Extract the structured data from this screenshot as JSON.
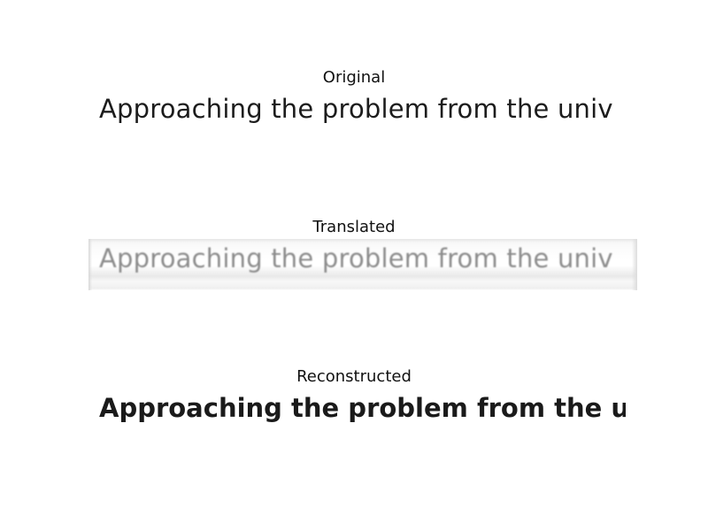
{
  "panels": [
    {
      "title": "Original",
      "text": "Approaching the problem from the univ"
    },
    {
      "title": "Translated",
      "text": "Approaching the problem from the univ"
    },
    {
      "title": "Reconstructed",
      "text": "Approaching the problem from the univ"
    }
  ],
  "colors": {
    "background": "#ffffff",
    "title_text": "#111111",
    "original_text": "#1c1c1c",
    "translated_text": "#8c8c8c",
    "reconstructed_text": "#1a1a1a"
  }
}
